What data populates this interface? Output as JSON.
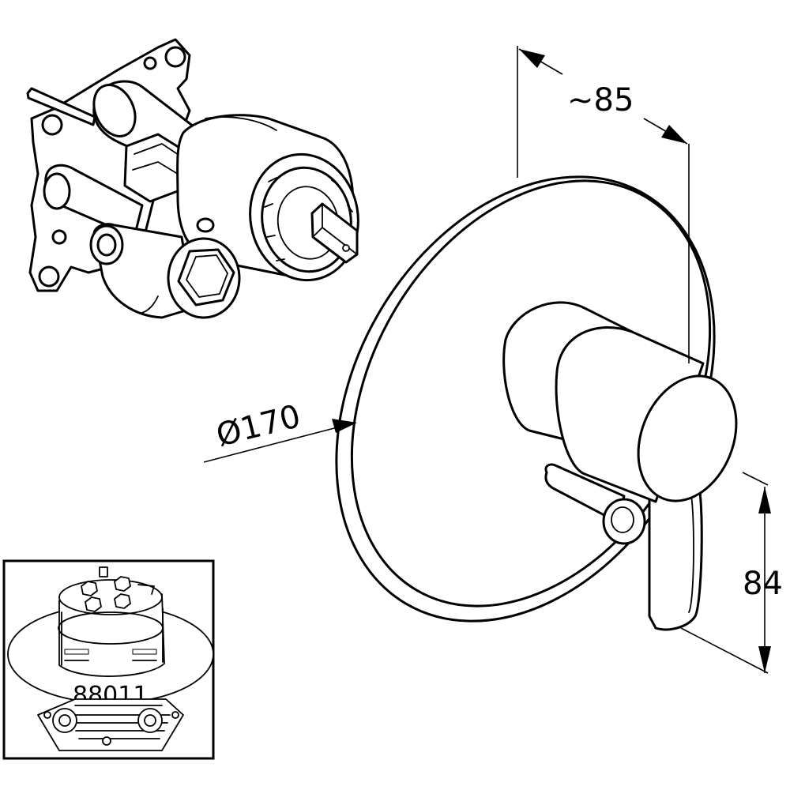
{
  "dimensions": {
    "depth_label": "~85",
    "diameter_label": "Ø170",
    "height_label": "84"
  },
  "inset": {
    "part_number": "88011"
  }
}
